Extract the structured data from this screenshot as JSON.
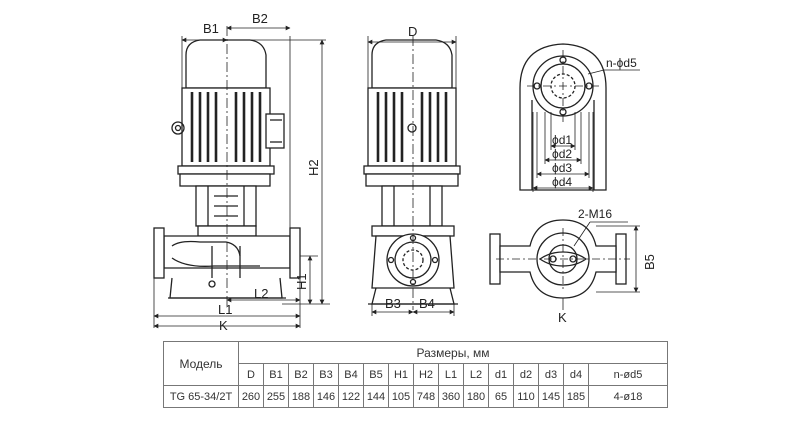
{
  "labels": {
    "b1": "B1",
    "b2": "B2",
    "h2": "H2",
    "h1": "H1",
    "l1": "L1",
    "l2": "L2",
    "k_front": "K",
    "d": "D",
    "b3": "B3",
    "b4": "B4",
    "nd5": "n-ϕd5",
    "d1": "ϕd1",
    "d2": "ϕd2",
    "d3": "ϕd3",
    "d4": "ϕd4",
    "m16": "2-M16",
    "b5": "B5",
    "k_top": "K"
  },
  "table": {
    "model_header": "Модель",
    "group_header": "Размеры, мм",
    "columns": [
      "D",
      "B1",
      "B2",
      "B3",
      "B4",
      "B5",
      "H1",
      "H2",
      "L1",
      "L2",
      "d1",
      "d2",
      "d3",
      "d4",
      "n-ød5"
    ],
    "rows": [
      {
        "model": "TG 65-34/2T",
        "values": [
          "260",
          "255",
          "188",
          "146",
          "122",
          "144",
          "105",
          "748",
          "360",
          "180",
          "65",
          "110",
          "145",
          "185",
          "4-ø18"
        ]
      }
    ]
  }
}
